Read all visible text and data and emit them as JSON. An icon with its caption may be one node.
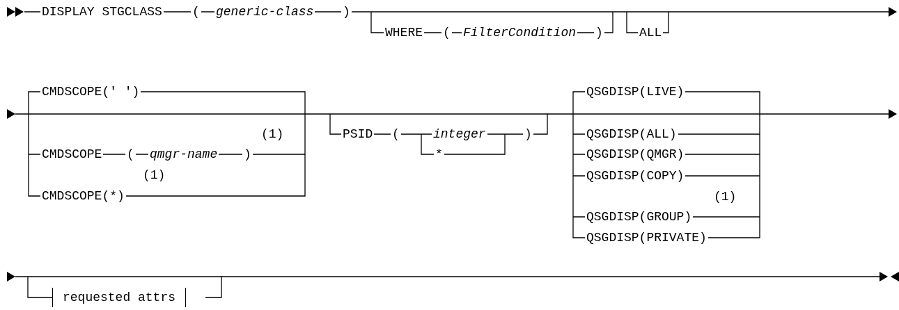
{
  "diagram": {
    "nodes": [
      {
        "text": [
          "requested attrs"
        ]
      }
    ],
    "labels": [
      "DISPLAY STGCLASS",
      "(",
      "generic-class",
      ")",
      "WHERE",
      "(",
      "FilterCondition",
      ")",
      "ALL",
      "CMDSCOPE(' ')",
      "(1)",
      "CMDSCOPE",
      "(",
      "qmgr-name",
      ")",
      "(1)",
      "CMDSCOPE(*)",
      "PSID",
      "(",
      "integer",
      "*",
      ")",
      "QSGDISP(LIVE)",
      "QSGDISP(ALL)",
      "QSGDISP(QMGR)",
      "QSGDISP(COPY)",
      "(1)",
      "QSGDISP(GROUP)",
      "QSGDISP(PRIVATE)"
    ]
  }
}
